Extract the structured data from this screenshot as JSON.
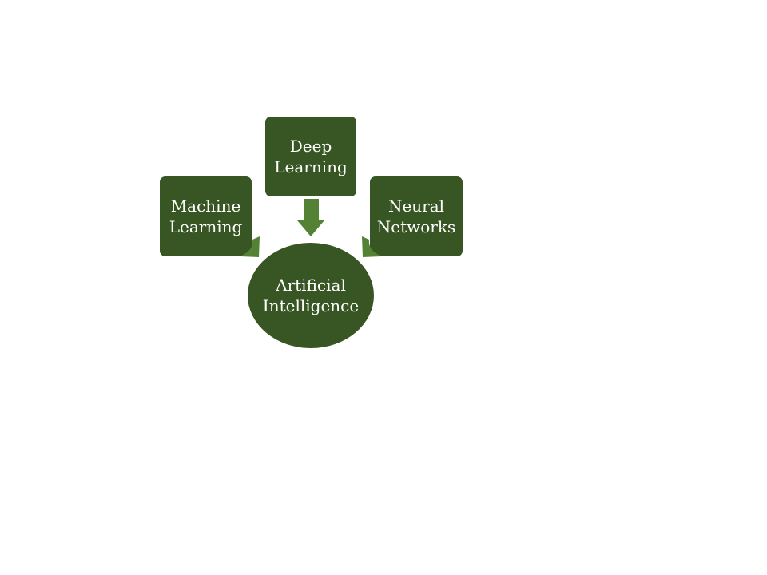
{
  "diagram": {
    "nodes": {
      "machine_learning": "Machine\nLearning",
      "deep_learning": "Deep\nLearning",
      "neural_networks": "Neural\nNetworks",
      "artificial_intelligence": "Artificial\nIntelligence"
    },
    "colors": {
      "node_fill": "#375623",
      "arrow_fill": "#548235",
      "text": "#ffffff",
      "background": "#ffffff"
    }
  }
}
